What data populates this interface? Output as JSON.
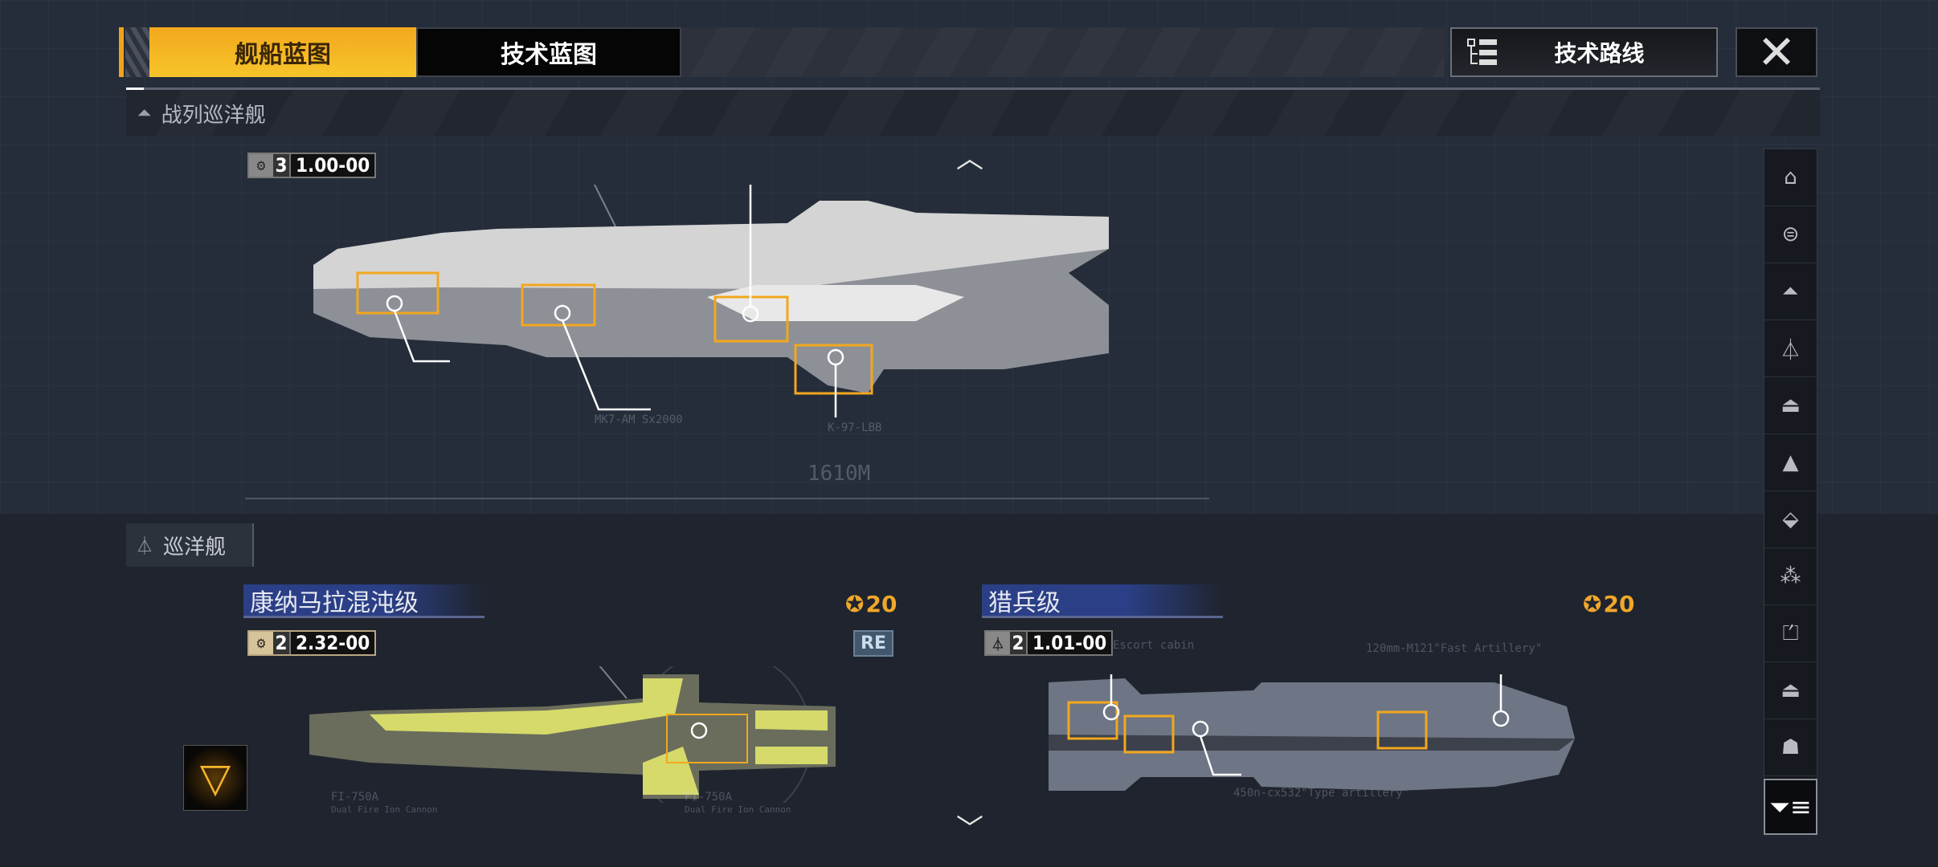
{
  "tabs": [
    {
      "label": "舰船蓝图",
      "active": true
    },
    {
      "label": "技术蓝图",
      "active": false
    }
  ],
  "tech_route": {
    "label": "技术路线",
    "icon": "tree-list-icon"
  },
  "close": {
    "icon": "close-icon"
  },
  "sections": {
    "battlecruiser": {
      "label": "战列巡洋舰",
      "icon": "battlecruiser-icon"
    },
    "cruiser": {
      "label": "巡洋舰",
      "icon": "cruiser-icon"
    }
  },
  "battlecruiser_ship": {
    "tier": "3",
    "version": "1.00-00",
    "length": "1610M",
    "color": "#d8d8d8"
  },
  "cruisers": [
    {
      "name": "康纳马拉混沌级",
      "medal": "20",
      "tier": "2",
      "version": "2.32-00",
      "tag": "RE",
      "color": "#d7dc6a",
      "labels": [
        "FI-750A",
        "Dual Fire Ion Cannon",
        "FI-750A",
        "Dual Fire Ion Cannon"
      ]
    },
    {
      "name": "猎兵级",
      "medal": "20",
      "tier": "2",
      "version": "1.01-00",
      "color": "#7a8190",
      "labels": [
        "Escort cabin",
        "120mm-M121\"Fast Artillery\"",
        "450n-cx532\"Type artillery\""
      ]
    }
  ],
  "sidebar": {
    "items": [
      "carrier-icon",
      "battleship-icon",
      "battlecruiser-icon",
      "cruiser-icon",
      "destroyer-icon",
      "frigate-icon",
      "corvette-icon",
      "fighter-icon",
      "auxiliary-icon",
      "support-icon",
      "utility-icon"
    ],
    "filter_icon": "filter-icon"
  },
  "accent": "#f0a21c"
}
